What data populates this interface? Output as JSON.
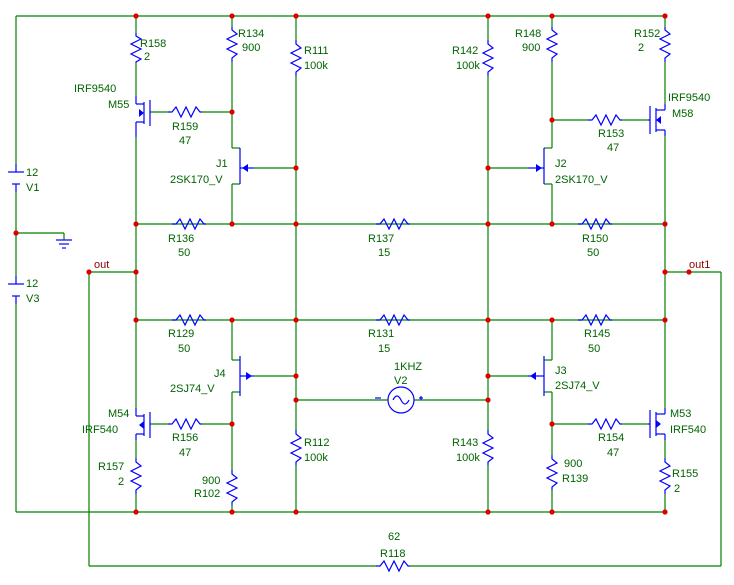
{
  "components": {
    "R158": {
      "name": "R158",
      "value": "2"
    },
    "R134": {
      "name": "R134",
      "value": "900"
    },
    "R111": {
      "name": "R111",
      "value": "100k"
    },
    "R142": {
      "name": "R142",
      "value": "100k"
    },
    "R148": {
      "name": "R148",
      "value": "900"
    },
    "R152": {
      "name": "R152",
      "value": "2"
    },
    "M55": {
      "name": "M55",
      "part": "IRF9540"
    },
    "M58": {
      "name": "M58",
      "part": "IRF9540"
    },
    "R159": {
      "name": "R159",
      "value": "47"
    },
    "R153": {
      "name": "R153",
      "value": "47"
    },
    "J1": {
      "name": "J1",
      "part": "2SK170_V"
    },
    "J2": {
      "name": "J2",
      "part": "2SK170_V"
    },
    "V1": {
      "name": "V1",
      "value": "12"
    },
    "V3": {
      "name": "V3",
      "value": "12"
    },
    "R136": {
      "name": "R136",
      "value": "50"
    },
    "R137": {
      "name": "R137",
      "value": "15"
    },
    "R150": {
      "name": "R150",
      "value": "50"
    },
    "R129": {
      "name": "R129",
      "value": "50"
    },
    "R131": {
      "name": "R131",
      "value": "15"
    },
    "R145": {
      "name": "R145",
      "value": "50"
    },
    "J4": {
      "name": "J4",
      "part": "2SJ74_V"
    },
    "J3": {
      "name": "J3",
      "part": "2SJ74_V"
    },
    "V2": {
      "name": "V2",
      "value": "1KHZ"
    },
    "M54": {
      "name": "M54",
      "part": "IRF540"
    },
    "M53": {
      "name": "M53",
      "part": "IRF540"
    },
    "R156": {
      "name": "R156",
      "value": "47"
    },
    "R154": {
      "name": "R154",
      "value": "47"
    },
    "R112": {
      "name": "R112",
      "value": "100k"
    },
    "R143": {
      "name": "R143",
      "value": "100k"
    },
    "R157": {
      "name": "R157",
      "value": "2"
    },
    "R102": {
      "name": "R102",
      "value": "900"
    },
    "R139": {
      "name": "R139",
      "value": "900"
    },
    "R155": {
      "name": "R155",
      "value": "2"
    },
    "R118": {
      "name": "R118",
      "value": "62"
    }
  },
  "nets": {
    "out": "out",
    "out1": "out1"
  },
  "colors": {
    "wire": "#008000",
    "symbol": "#0000ff",
    "junction": "#dd0000",
    "text": "#006400",
    "net_label": "#8b0000"
  }
}
